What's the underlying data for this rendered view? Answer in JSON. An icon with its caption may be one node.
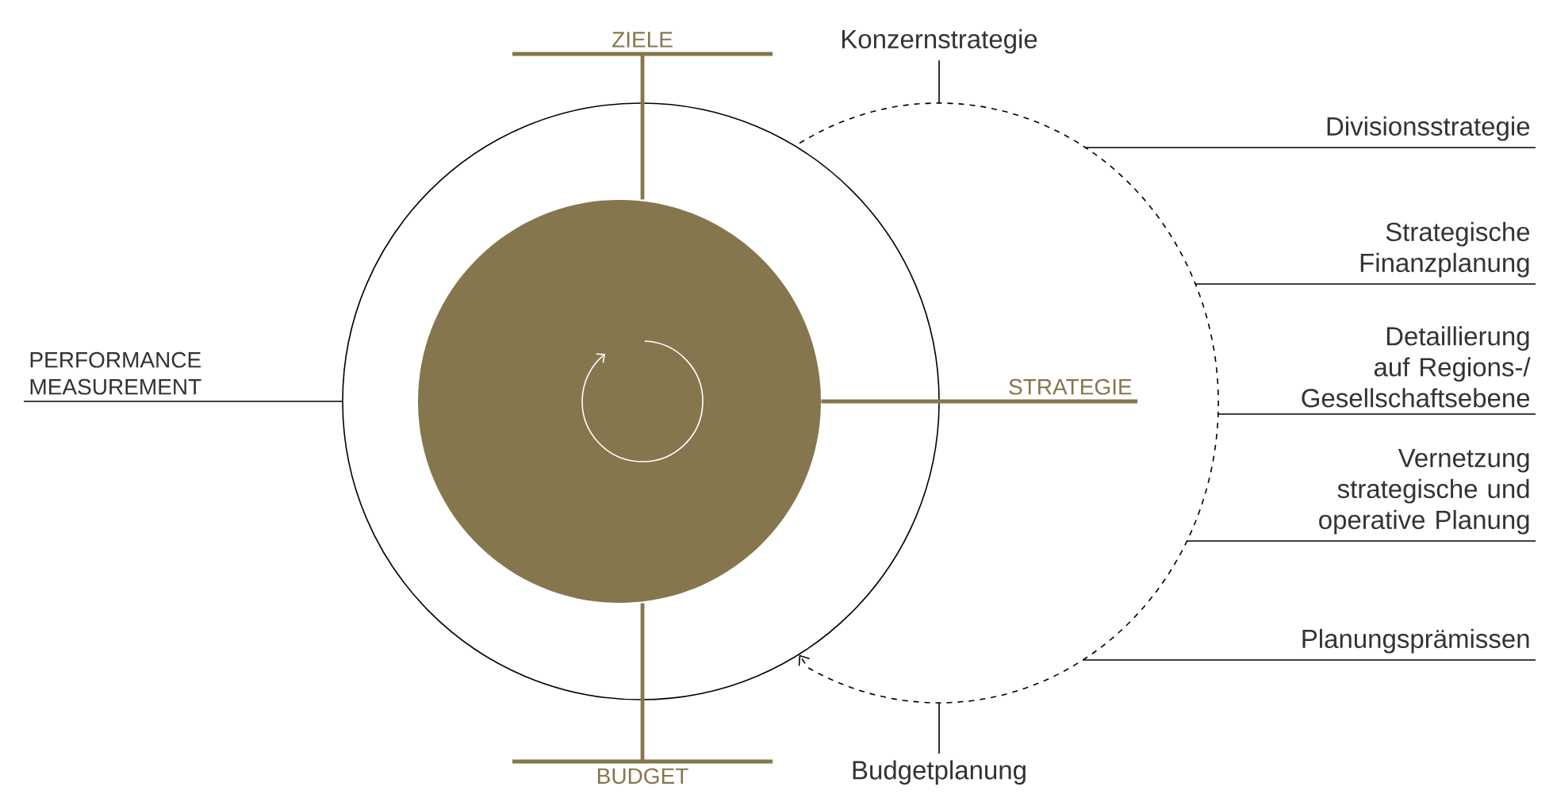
{
  "diagram": {
    "nodes": [
      {
        "text": [],
        "shape": "circle"
      },
      {
        "text": [],
        "shape": "circle",
        "in": 0
      },
      {
        "text": [
          "ZIELE"
        ]
      },
      {
        "text": [
          "STRATEGIE"
        ]
      },
      {
        "text": [
          "BUDGET"
        ]
      },
      {
        "text": [
          "PERFORMANCE MEASUREMENT"
        ]
      },
      {
        "text": [
          "Konzernstrategie"
        ]
      },
      {
        "text": [
          "Divisionsstrategie"
        ]
      },
      {
        "text": [
          "Strategische Finanzplanung"
        ]
      },
      {
        "text": [
          "Detaillierung auf Regions-/ Gesellschaftsebene"
        ]
      },
      {
        "text": [
          "Vernetzung strategische und operative Planung"
        ]
      },
      {
        "text": [
          "Planungsprämissen"
        ]
      },
      {
        "text": [
          "Budgetplanung"
        ]
      }
    ],
    "edges": [
      {
        "from": 2,
        "to": 1,
        "arrow": "none",
        "style": "thick",
        "color": "#86764e"
      },
      {
        "from": 3,
        "to": 1,
        "arrow": "none",
        "style": "thick",
        "color": "#86764e"
      },
      {
        "from": 4,
        "to": 1,
        "arrow": "none",
        "style": "thick",
        "color": "#86764e"
      },
      {
        "from": 5,
        "to": 0,
        "arrow": "none"
      },
      {
        "from": 6,
        "to": null,
        "arrow": "none"
      },
      {
        "from": 7,
        "to": null,
        "arrow": "none"
      },
      {
        "from": 8,
        "to": null,
        "arrow": "none"
      },
      {
        "from": 9,
        "to": null,
        "arrow": "none"
      },
      {
        "from": 10,
        "to": null,
        "arrow": "none"
      },
      {
        "from": 11,
        "to": null,
        "arrow": "none"
      },
      {
        "from": 12,
        "to": null,
        "arrow": "none"
      },
      {
        "from": null,
        "to": 0,
        "arrow": "to",
        "style": "dashed"
      }
    ]
  }
}
